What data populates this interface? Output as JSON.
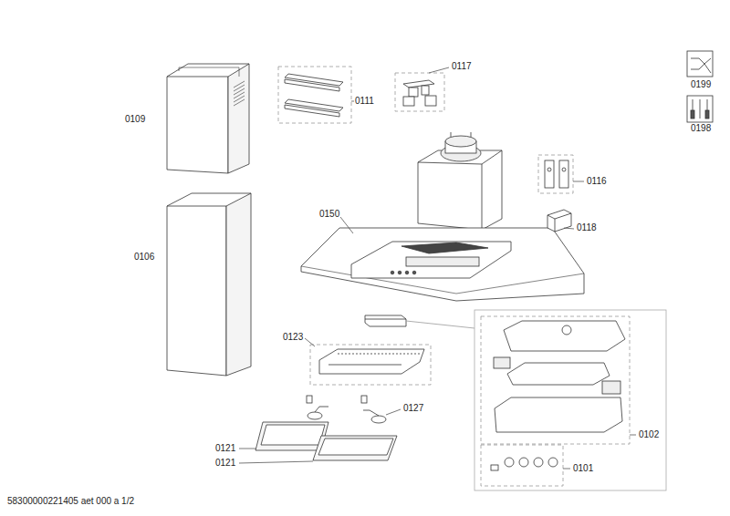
{
  "diagram": {
    "labels": [
      "0109",
      "0111",
      "0117",
      "0199",
      "0198",
      "0106",
      "0150",
      "0116",
      "0118",
      "0123",
      "0102",
      "0127",
      "0121",
      "0121",
      "0101",
      "58300000221405 aet 000 a 1/2"
    ]
  }
}
